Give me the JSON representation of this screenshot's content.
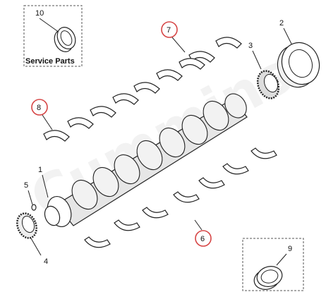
{
  "watermark": "Cummins",
  "colors": {
    "callout_ring": "#d64545",
    "line": "#222222",
    "watermark": "#e6e6e6"
  },
  "inset_top": {
    "label": "Service Parts",
    "part_number": "10"
  },
  "inset_bottom": {
    "part_number": "9"
  },
  "labels": {
    "p1": "1",
    "p2": "2",
    "p3": "3",
    "p4": "4",
    "p5": "5",
    "p6": "6",
    "p7": "7",
    "p8": "8"
  }
}
